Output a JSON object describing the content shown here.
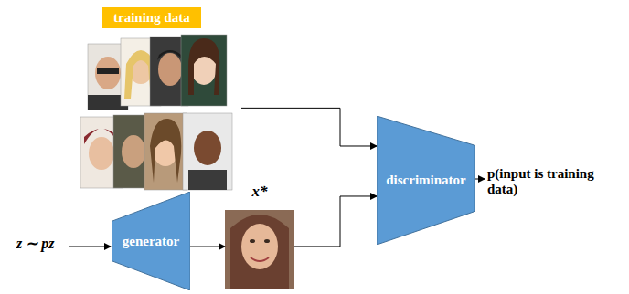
{
  "diagram": {
    "nodes": [
      {
        "text": [
          "training data"
        ]
      },
      {
        "text": [
          "generator"
        ]
      },
      {
        "text": [
          "x*"
        ]
      },
      {
        "text": [
          "discriminator"
        ]
      }
    ],
    "edges": [
      {
        "from": 0,
        "to": 3,
        "arrow": "to"
      },
      {
        "from": 1,
        "to": 2,
        "arrow": "to"
      },
      {
        "from": 2,
        "to": 3,
        "arrow": "to"
      }
    ],
    "labels": [
      "z ∼ pz",
      "p(input is training data)"
    ]
  }
}
